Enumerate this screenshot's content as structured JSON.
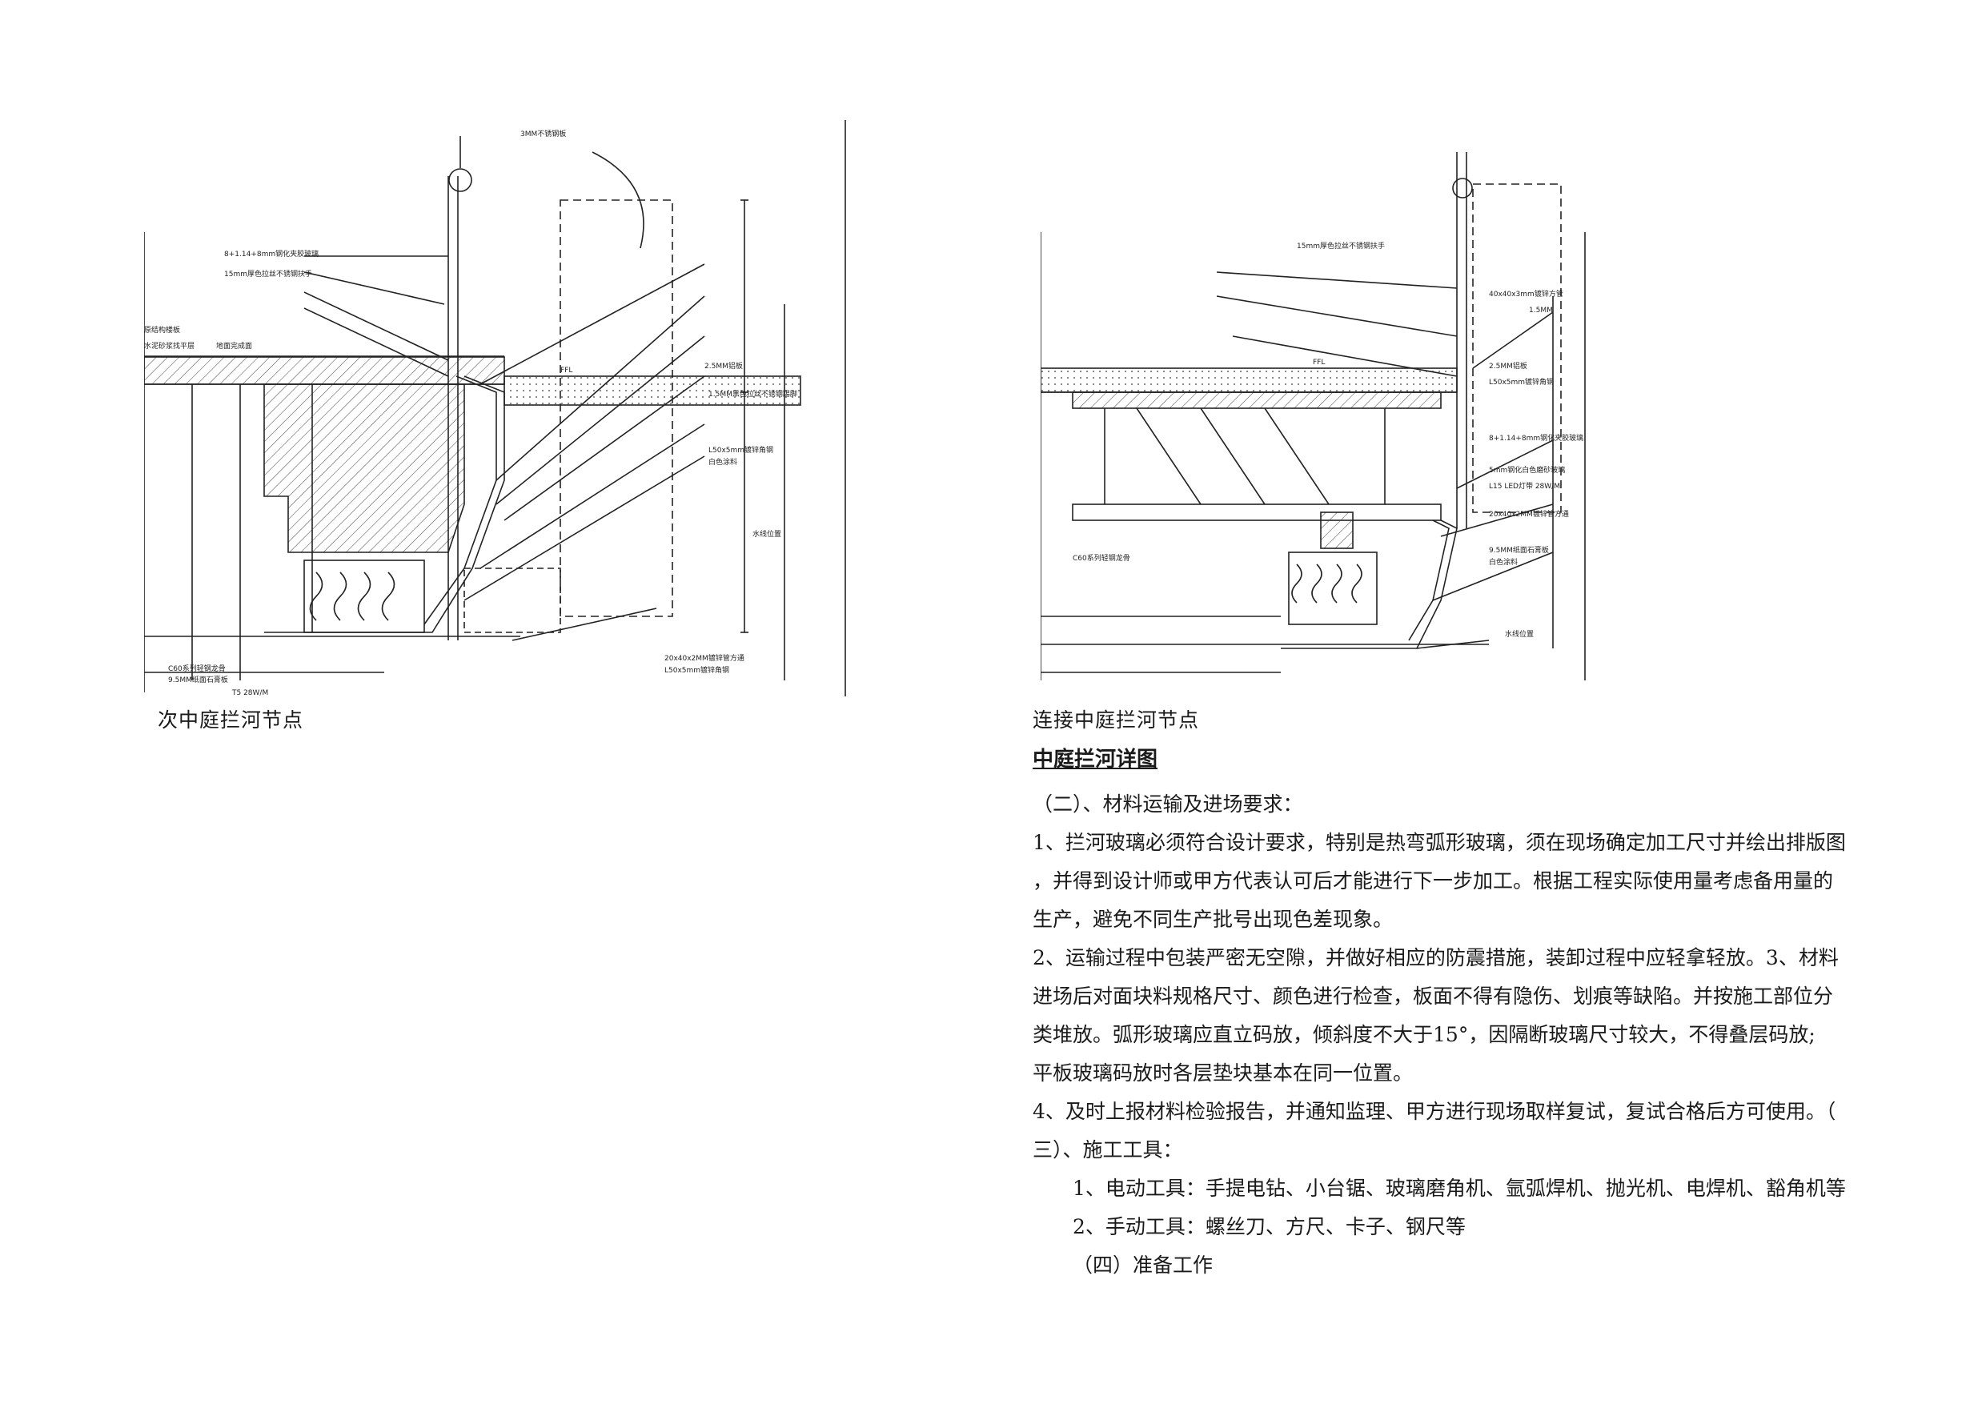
{
  "captions": {
    "left": "次中庭拦河节点",
    "right": "连接中庭拦河节点"
  },
  "section": {
    "title": "中庭拦河详图",
    "subtitle_2": "（二）、材料运输及进场要求：",
    "p1_a": "1、拦河玻璃必须符合设计要求，特别是热弯弧形玻璃，须在现场确定加工尺寸并绘出排版图",
    "p1_b": "，并得到设计师或甲方代表认可后才能进行下一步加工。根据工程实际使用量考虑备用量的",
    "p1_c": "生产，避免不同生产批号出现色差现象。",
    "p2_a": "2、运输过程中包装严密无空隙，并做好相应的防震措施，装卸过程中应轻拿轻放。3、材料",
    "p2_b": "进场后对面块料规格尺寸、颜色进行检查，板面不得有隐伤、划痕等缺陷。并按施工部位分",
    "p2_c": "类堆放。弧形玻璃应直立码放，倾斜度不大于15°，因隔断玻璃尺寸较大，不得叠层码放;",
    "p2_d": "平板玻璃码放时各层垫块基本在同一位置。",
    "p4_a": "4、及时上报材料检验报告，并通知监理、甲方进行现场取样复试，复试合格后方可使用。（",
    "p4_b": "三）、施工工具：",
    "tool_1": "1、电动工具：手提电钻、小台锯、玻璃磨角机、氩弧焊机、抛光机、电焊机、豁角机等",
    "tool_2": "2、手动工具：螺丝刀、方尺、卡子、钢尺等",
    "sub_4": "（四）准备工作"
  },
  "drawing_left": {
    "labels": [
      "3MM不锈钢板",
      "2.5MM铝板",
      "1.5MM黑色拉丝不锈钢踢脚",
      "L50x5mm镀锌角钢",
      "水泥砂浆找平层",
      "地面完成面",
      "原结构楼板",
      "8+1.14+8mm钢化夹胶玻璃",
      "15mm厚色拉丝不锈钢扶手",
      "20x40x2MM镀锌管方通",
      "白色涂料",
      "L50x5mm镀锌角钢",
      "C60系列轻钢龙骨",
      "9.5MM纸面石膏板",
      "T5 28W/M",
      "水线位置",
      "FFL"
    ]
  },
  "drawing_right": {
    "labels": [
      "2.5MM铝板",
      "8+1.14+8mm钢化夹胶玻璃",
      "15mm厚色拉丝不锈钢扶手",
      "L50x5mm镀锌角钢",
      "40x40x3mm镀锌方管",
      "5mm钢化白色磨砂玻璃",
      "L15 LED灯带 28W/M",
      "20x40x2MM镀锌管方通",
      "9.5MM纸面石膏板",
      "白色涂料",
      "C60系列轻钢龙骨",
      "水线位置",
      "FFL",
      "1.5MM"
    ]
  }
}
